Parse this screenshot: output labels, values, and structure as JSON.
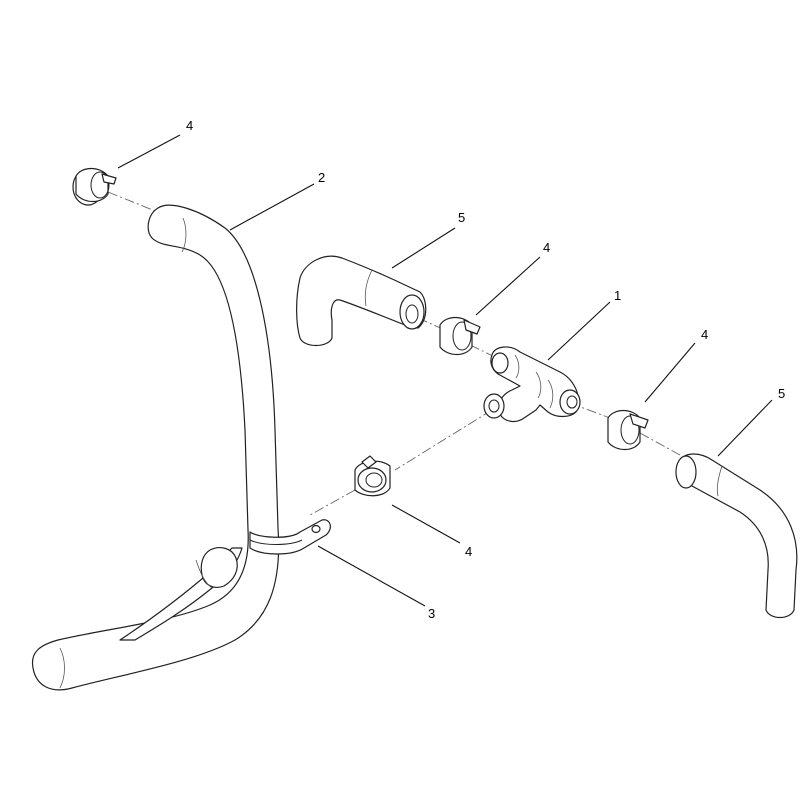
{
  "callouts": [
    {
      "id": "c1",
      "text": "4"
    },
    {
      "id": "c2",
      "text": "2"
    },
    {
      "id": "c3",
      "text": "5"
    },
    {
      "id": "c4",
      "text": "4"
    },
    {
      "id": "c5",
      "text": "1"
    },
    {
      "id": "c6",
      "text": "4"
    },
    {
      "id": "c7",
      "text": "5"
    },
    {
      "id": "c8",
      "text": "4"
    },
    {
      "id": "c9",
      "text": "3"
    }
  ]
}
